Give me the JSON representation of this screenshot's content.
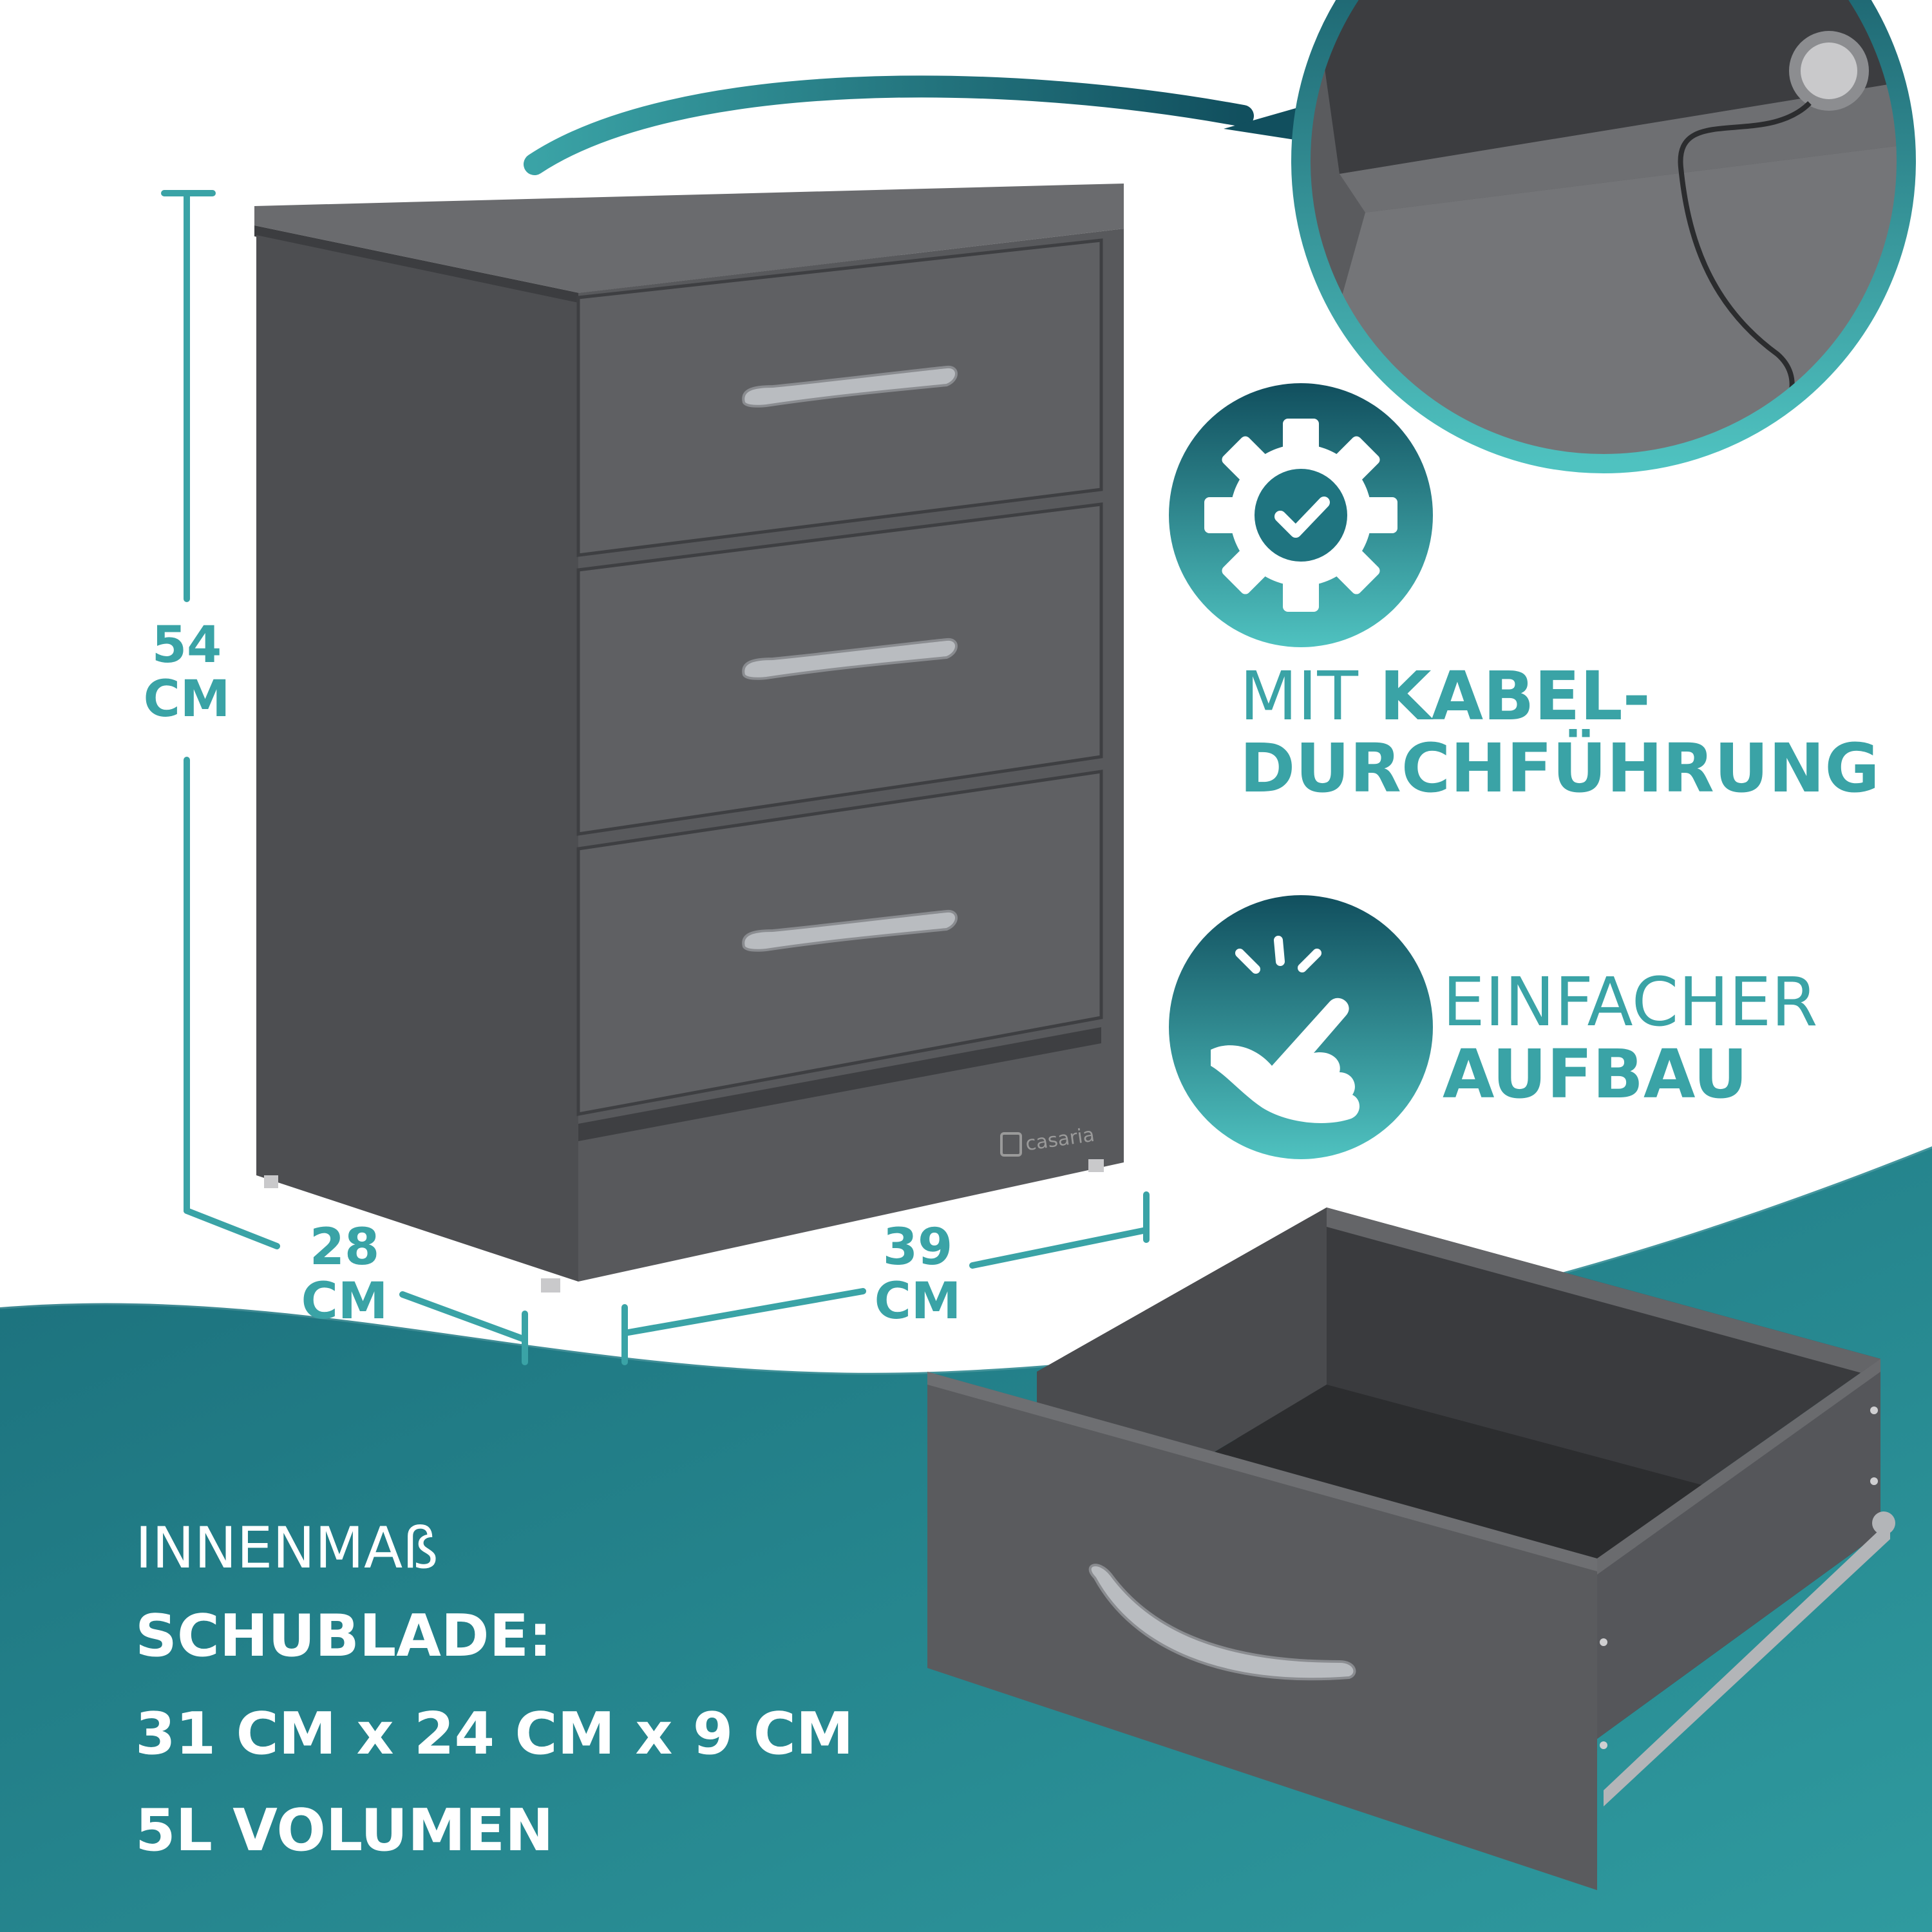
{
  "dimensions": {
    "height": {
      "value": "54",
      "unit": "CM"
    },
    "depth": {
      "value": "28",
      "unit": "CM"
    },
    "width": {
      "value": "39",
      "unit": "CM"
    }
  },
  "features": [
    {
      "icon": "gear-check-icon",
      "light": "MIT ",
      "bold_1": "KABEL-",
      "bold_2": "DURCHFÜHRUNG"
    },
    {
      "icon": "thumbs-up-hand-icon",
      "light": "EINFACHER",
      "bold": "AUFBAU"
    }
  ],
  "inner_dimensions": {
    "title": "INNENMAß",
    "subtitle": "SCHUBLADE:",
    "measures": "31 CM x 24 CM x 9 CM",
    "volume": "5L VOLUMEN"
  },
  "brand": "casaria",
  "colors": {
    "teal": "#3aa3a6",
    "teal_dark": "#136a75",
    "anthracite": "#4a4a4d",
    "handle": "#b9bcc0"
  }
}
